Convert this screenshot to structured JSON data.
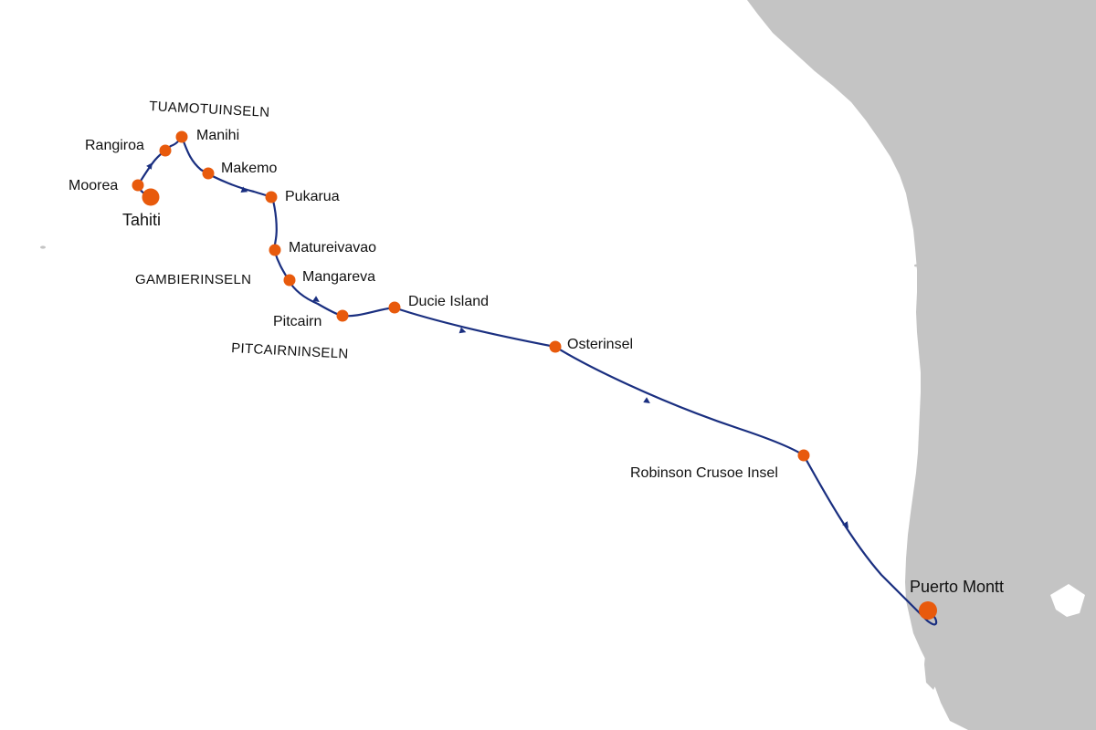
{
  "map": {
    "colors": {
      "land": "#c4c4c4",
      "water": "#ffffff",
      "route": "#1a2f80",
      "stop": "#e85a0c",
      "label": "#111111"
    },
    "regions": {
      "tuamotu": "TUAMOTUINSELN",
      "gambier": "GAMBIERINSELN",
      "pitcairn": "PITCAIRNINSELN"
    },
    "ports": {
      "tahiti": "Tahiti",
      "moorea": "Moorea",
      "rangiroa": "Rangiroa",
      "manihi": "Manihi",
      "makemo": "Makemo",
      "pukarua": "Pukarua",
      "matureivavao": "Matureivavao",
      "mangareva": "Mangareva",
      "pitcairn": "Pitcairn",
      "ducie": "Ducie Island",
      "osterinsel": "Osterinsel",
      "robinson": "Robinson Crusoe Insel",
      "puerto_montt": "Puerto Montt"
    }
  }
}
